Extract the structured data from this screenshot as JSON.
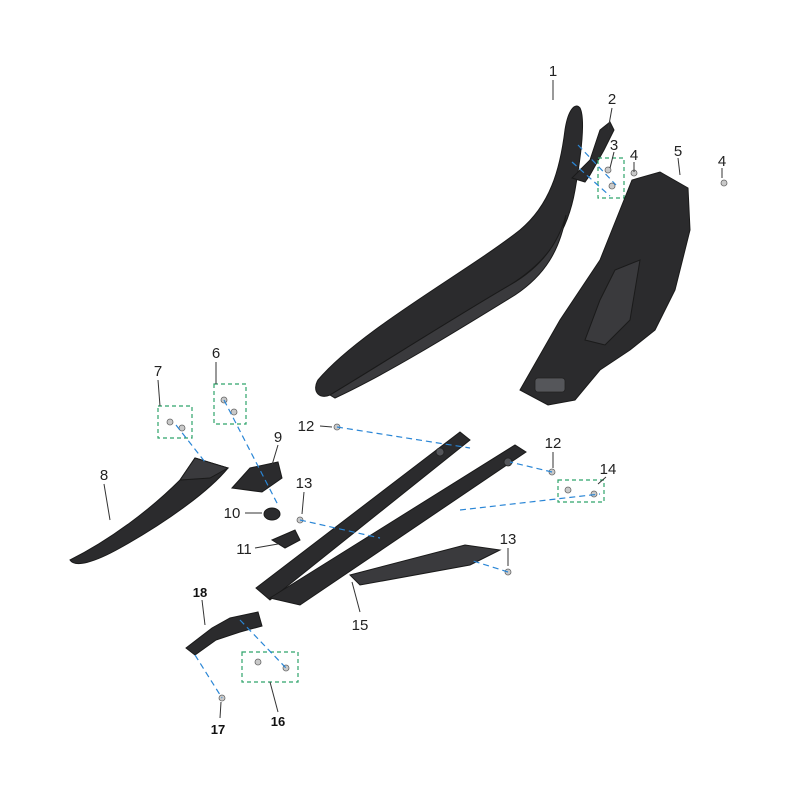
{
  "callouts": [
    "1",
    "2",
    "3",
    "4",
    "4",
    "5",
    "6",
    "7",
    "8",
    "9",
    "10",
    "11",
    "12",
    "12",
    "13",
    "13",
    "14",
    "15",
    "16",
    "17",
    "18"
  ],
  "colors": {
    "part": "#2b2b2d",
    "centerline": "#2a86d6",
    "kit_box": "#2ea36a"
  }
}
